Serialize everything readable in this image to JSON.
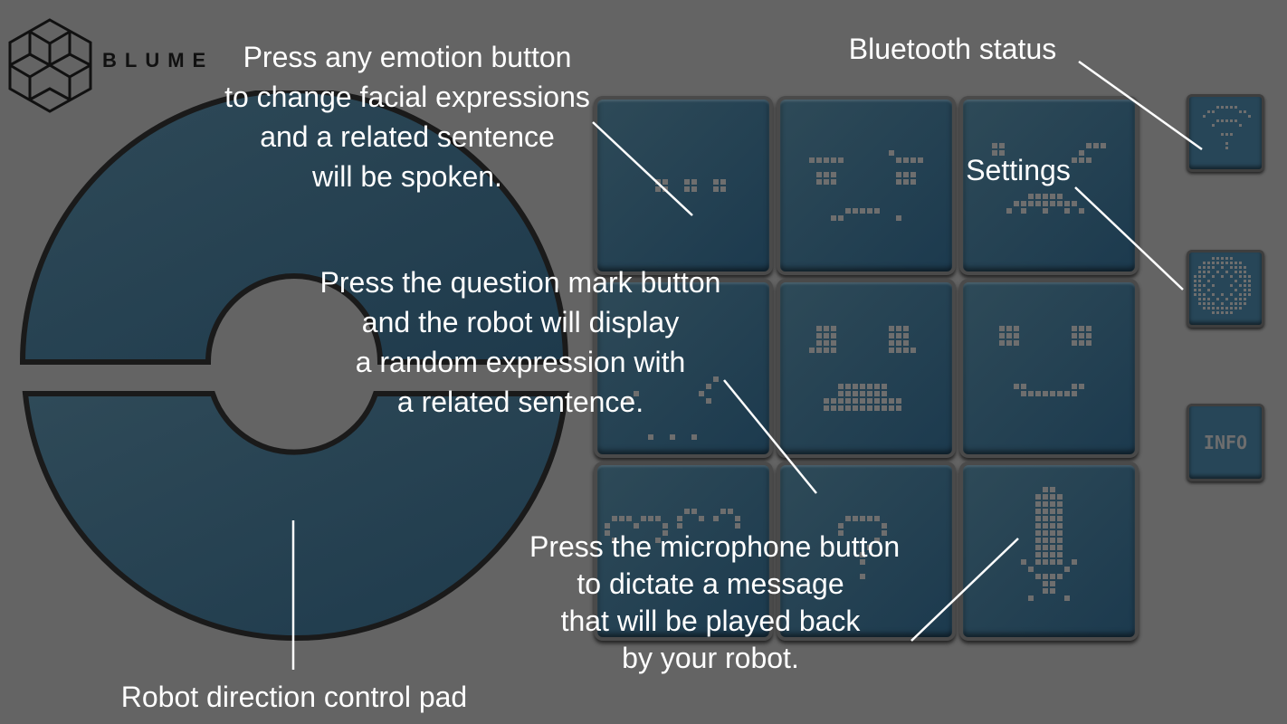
{
  "brand": {
    "logo_text": "BLUME"
  },
  "colors": {
    "background": "#646464",
    "tile": "#274658",
    "annotation": "#ffffff",
    "pixel": "#6e6e6e"
  },
  "emotion_buttons": [
    {
      "name": "neutral"
    },
    {
      "name": "angry"
    },
    {
      "name": "laugh"
    },
    {
      "name": "question-random"
    },
    {
      "name": "surprised"
    },
    {
      "name": "happy"
    },
    {
      "name": "love"
    },
    {
      "name": "question-mark"
    },
    {
      "name": "microphone"
    }
  ],
  "side_buttons": {
    "bluetooth": "bluetooth",
    "settings": "settings",
    "info_label": "INFO"
  },
  "annotations": {
    "emotion": [
      "Press any emotion button",
      "to change facial expressions",
      "and a related sentence",
      "will be spoken."
    ],
    "question": [
      "Press the question mark button",
      "and the robot will display",
      "a random expression with",
      "a related sentence."
    ],
    "microphone": [
      "Press the microphone button",
      "to dictate a message",
      "that will be played back",
      "by your robot."
    ],
    "bluetooth": "Bluetooth status",
    "settings": "Settings",
    "dpad": "Robot direction control pad"
  }
}
